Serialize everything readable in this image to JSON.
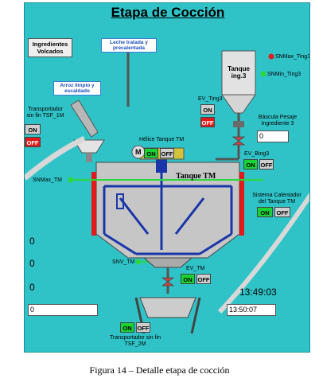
{
  "title": "Etapa de Cocción",
  "ingredientes_btn": "Ingredientes Volcados",
  "leche_label": "Leche tratada y precalentada",
  "arroz_label": "Arroz limpio y escaldado",
  "transportador_1": {
    "label": "Transportador sin fin TSF_1M",
    "on": "ON",
    "off": "OFF"
  },
  "tanque_ing": {
    "label": "Tanque ing.3",
    "snmax": "SNMax_Ting3",
    "snmin": "SNMin_Ting3"
  },
  "ev_ting3": {
    "label": "EV_Ting3",
    "on": "ON",
    "off": "OFF"
  },
  "bascula": {
    "label": "Báscula Pesaje Ingrediente 3",
    "value": "0"
  },
  "ev_bing3": {
    "label": "EV_Bing3",
    "on": "ON",
    "off": "OFF"
  },
  "helice": {
    "label": "Hélice Tanque TM",
    "motor": "M",
    "on": "ON",
    "off": "OFF"
  },
  "tanque_tm": {
    "label": "Tanque TM",
    "snmax": "SNMax_TM",
    "snv": "SNV_TM"
  },
  "calentador": {
    "label": "Sistema Calentador del Tanque TM",
    "on": "ON",
    "off": "OFF"
  },
  "ev_tm": {
    "label": "EV_TM",
    "on": "ON",
    "off": "OFF"
  },
  "readouts": [
    "0",
    "0",
    "0"
  ],
  "bottom_field": "0",
  "time_current": "13:49:03",
  "time_field": "13:50:07",
  "transportador_2": {
    "label": "Transportador sin fin TSF_2M",
    "on": "ON",
    "off": "OFF"
  },
  "caption": "Figura 14 – Detalle etapa de cocción",
  "colors": {
    "panel": "#2fc3c8",
    "tank": "#c6c6c6",
    "blue": "#1936a8",
    "green": "#19d234",
    "red": "#e11b1b"
  }
}
